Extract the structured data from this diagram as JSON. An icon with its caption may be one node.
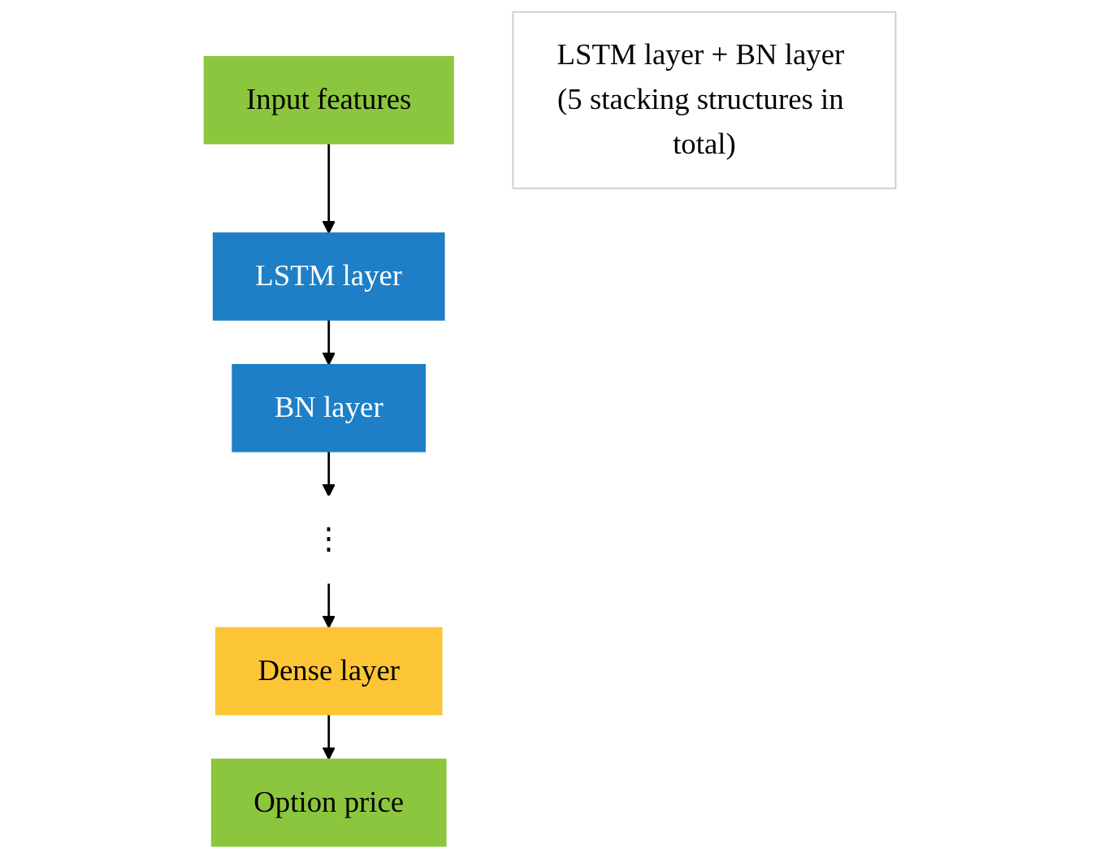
{
  "diagram": {
    "nodes": [
      {
        "text": [
          "Input features"
        ]
      },
      {
        "text": [
          "LSTM layer"
        ]
      },
      {
        "text": [
          "BN layer"
        ]
      },
      {
        "text": [
          "⋮"
        ]
      },
      {
        "text": [
          "Dense layer"
        ]
      },
      {
        "text": [
          "Option price"
        ]
      },
      {
        "text": [
          "LSTM layer + BN layer (5 stacking structures in total)"
        ]
      }
    ],
    "edges": [
      {
        "from": 0,
        "to": 1,
        "arrow": "to"
      },
      {
        "from": 1,
        "to": 2,
        "arrow": "to"
      },
      {
        "from": 2,
        "to": 3,
        "arrow": "to"
      },
      {
        "from": 3,
        "to": 4,
        "arrow": "to"
      },
      {
        "from": 4,
        "to": 5,
        "arrow": "to"
      }
    ]
  }
}
